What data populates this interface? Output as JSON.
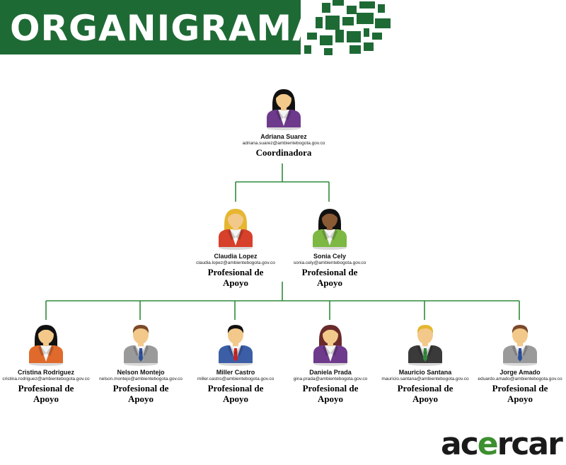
{
  "header": {
    "title": "ORGANIGRAMA"
  },
  "logo": {
    "text_part1": "ac",
    "text_accent": "e",
    "text_part2": "rcar"
  },
  "colors": {
    "banner_green": "#1e6a35",
    "connector_green": "#2e8b3a",
    "logo_accent": "#3d8f2f"
  },
  "coordinator": {
    "name": "Adriana Suarez",
    "email": "adriana.suarez@ambientebogota.gov.co",
    "role": "Coordinadora",
    "avatar": {
      "gender": "female",
      "hair": "#111111",
      "jacket": "#6e3a8c",
      "tie": null
    }
  },
  "support_pair": [
    {
      "name": "Claudia Lopez",
      "email": "claudia.lopez@ambientebogota.gov.co",
      "role": "Profesional de Apoyo",
      "avatar": {
        "gender": "female",
        "hair": "#e6b630",
        "jacket": "#d7402a",
        "tie": null
      }
    },
    {
      "name": "Sonia Cely",
      "email": "sonia.cely@ambientebogota.gov.co",
      "role": "Profesional de Apoyo",
      "avatar": {
        "gender": "female",
        "hair": "#111111",
        "jacket": "#7cb842",
        "tie": null,
        "skin": "#8a5a34"
      }
    }
  ],
  "team": [
    {
      "name": "Cristina Rodriguez",
      "email": "cristina.rodriguez@ambientebogota.gov.co",
      "role": "Profesional de Apoyo",
      "avatar": {
        "gender": "female",
        "hair": "#111111",
        "jacket": "#e06a2b",
        "tie": null
      }
    },
    {
      "name": "Nelson Montejo",
      "email": "nelson.montejo@ambientebogota.gov.co",
      "role": "Profesional de Apoyo",
      "avatar": {
        "gender": "male",
        "hair": "#7a4a2a",
        "jacket": "#9a9a9a",
        "tie": "#2c4f9a"
      }
    },
    {
      "name": "Miller Castro",
      "email": "miller.castro@ambientebogota.gov.co",
      "role": "Profesional de Apoyo",
      "avatar": {
        "gender": "male",
        "hair": "#111111",
        "jacket": "#3b5ea6",
        "tie": "#cc2222"
      }
    },
    {
      "name": "Daniela Prada",
      "email": "gina.prada@ambientebogota.gov.co",
      "role": "Profesional de Apoyo",
      "avatar": {
        "gender": "female",
        "hair": "#6a2a2a",
        "jacket": "#6e3a8c",
        "tie": null
      }
    },
    {
      "name": "Mauricio Santana",
      "email": "mauricio.santana@ambientebogota.gov.co",
      "role": "Profesional de Apoyo",
      "avatar": {
        "gender": "male",
        "hair": "#e6b630",
        "jacket": "#3a3a3a",
        "tie": "#2e8b3a"
      }
    },
    {
      "name": "Jorge Amado",
      "email": "eduardo.amado@ambientebogota.gov.co",
      "role": "Profesional de Apoyo",
      "avatar": {
        "gender": "male",
        "hair": "#7a4a2a",
        "jacket": "#9a9a9a",
        "tie": "#2c4f9a"
      }
    }
  ]
}
